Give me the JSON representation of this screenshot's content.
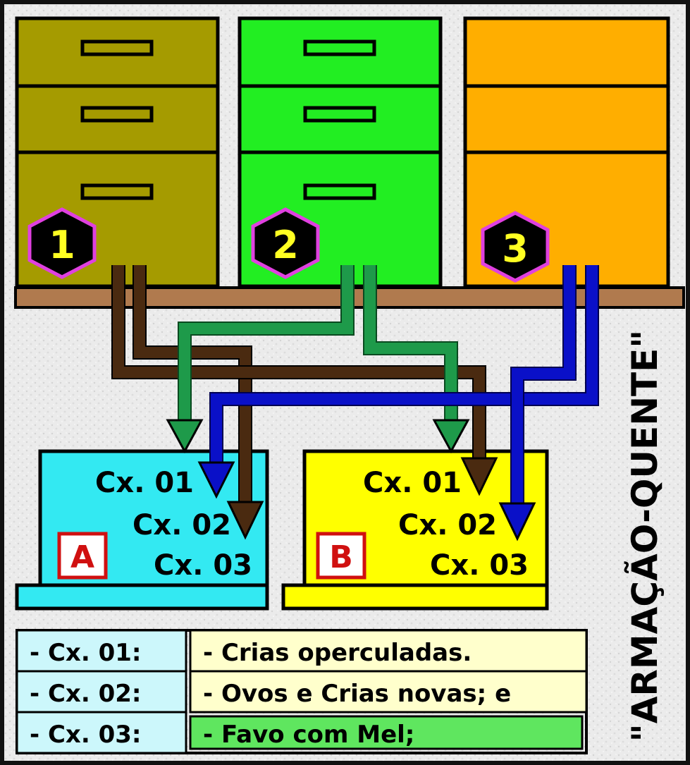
{
  "hives": [
    {
      "number": "1",
      "color": "#A59B00"
    },
    {
      "number": "2",
      "color": "#22EE22"
    },
    {
      "number": "3",
      "color": "#FFAE00"
    }
  ],
  "targets": [
    {
      "letter": "A",
      "color": "#33E9F2",
      "lines": [
        "Cx. 01",
        "Cx. 02",
        "Cx. 03"
      ]
    },
    {
      "letter": "B",
      "color": "#FFFF00",
      "lines": [
        "Cx. 01",
        "Cx. 02",
        "Cx. 03"
      ]
    }
  ],
  "arrow_colors": {
    "hive1": "#4A2A10",
    "hive2": "#1E9A4A",
    "hive3": "#0A10C8"
  },
  "shelf_color": "#B07A4E",
  "side_title": "\"ARMAÇÃO-QUENTE\"",
  "legend": [
    {
      "key": "- Cx. 01:",
      "text": "- Crias operculadas.",
      "key_color": "#CCF7FB",
      "text_color": "#FFFFCC"
    },
    {
      "key": "- Cx. 02:",
      "text": "- Ovos e Crias novas; e",
      "key_color": "#CCF7FB",
      "text_color": "#FFFFCC"
    },
    {
      "key": "- Cx. 03:",
      "text": "- Favo com Mel;",
      "key_color": "#CCF7FB",
      "text_color": "#5FE65F"
    }
  ]
}
